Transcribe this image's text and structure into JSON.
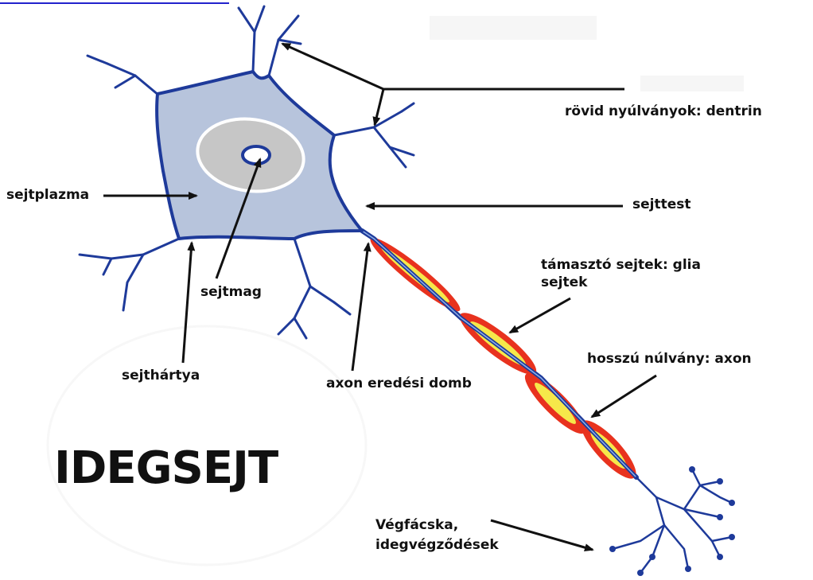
{
  "title": "IDEGSEJT",
  "labels": {
    "dendrites": "rövid nyúlványok: dentrin",
    "cytoplasm": "sejtplazma",
    "cell_body": "sejttest",
    "nucleus": "sejtmag",
    "glia_line1": "támasztó sejtek: glia",
    "glia_line2": "sejtek",
    "membrane": "sejthártya",
    "axon_hillock": "axon eredési domb",
    "axon": "hosszú núlvány: axon",
    "terminals_line1": "Végfácska,",
    "terminals_line2": "idegvégződések"
  },
  "colors": {
    "outline": "#1e3a9a",
    "cell_fill": "#b7c4dc",
    "nucleus_fill": "#c6c6c6",
    "myelin_outer": "#e8321e",
    "myelin_inner": "#f6e84a",
    "link": "#2222cc"
  }
}
